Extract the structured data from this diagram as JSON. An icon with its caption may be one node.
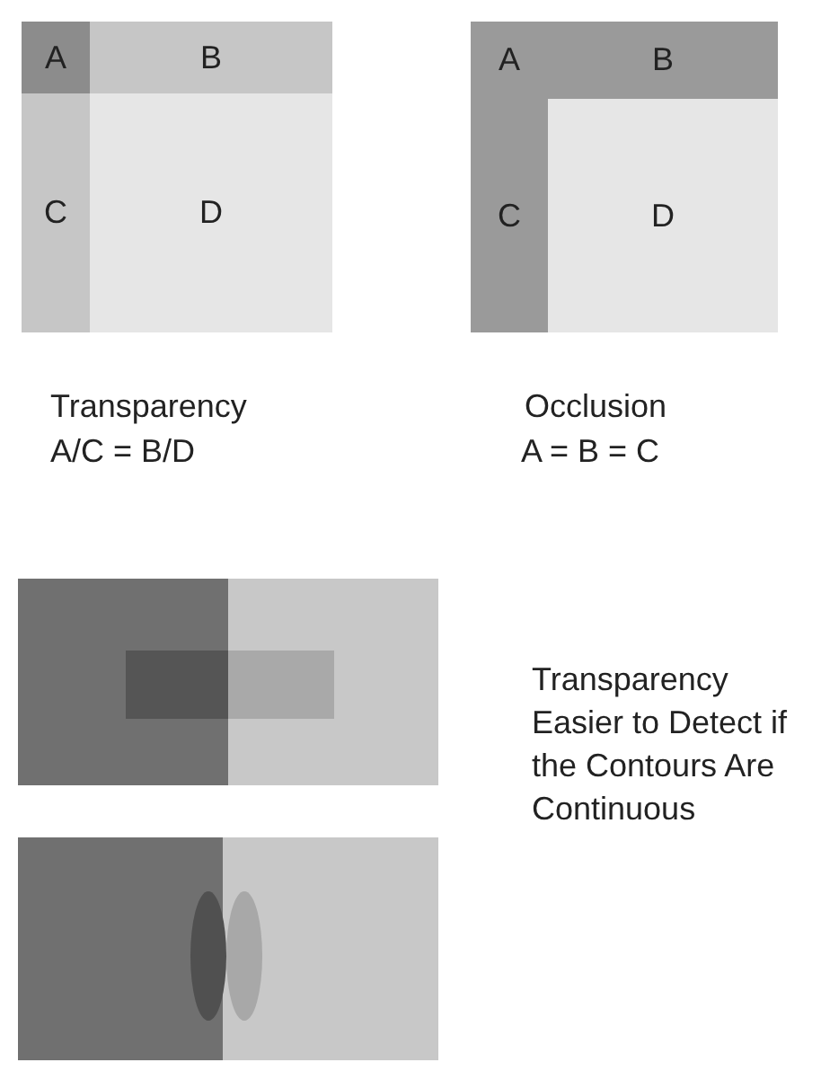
{
  "diagram": {
    "nodes": [
      {
        "text": [
          "A"
        ]
      },
      {
        "text": [
          "B"
        ]
      },
      {
        "text": [
          "C"
        ]
      },
      {
        "text": [
          "D"
        ]
      },
      {
        "text": [
          "A"
        ]
      },
      {
        "text": [
          "B"
        ]
      },
      {
        "text": [
          "C"
        ]
      },
      {
        "text": [
          "D"
        ]
      }
    ],
    "labels": [
      "Transparency",
      "A/C = B/D",
      "Occlusion",
      "A = B = C",
      "Transparency Easier to Detect if the Contours Are Continuous"
    ]
  }
}
